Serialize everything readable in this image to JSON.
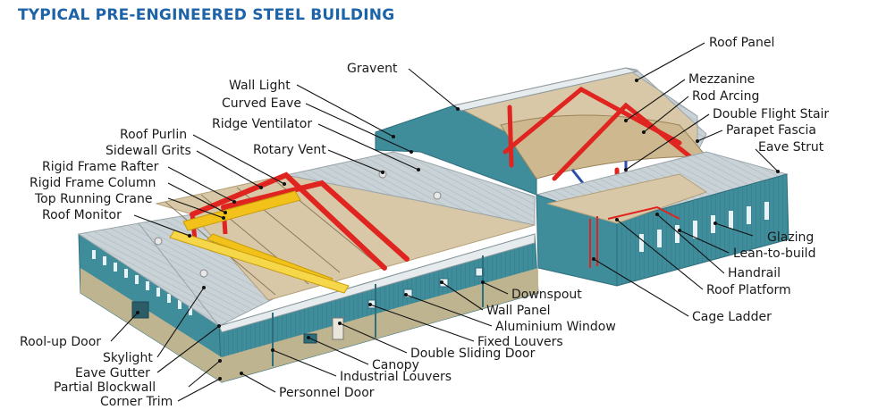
{
  "title": "TYPICAL PRE-ENGINEERED STEEL BUILDING",
  "colors": {
    "title": "#1c63a8",
    "wall": "#3f8c9b",
    "wall_dark": "#2e6e7c",
    "roof": "#c9d2d6",
    "steel_frame": "#e0241f",
    "crane": "#f2c21b",
    "stair": "#2b4fa8",
    "floor": "#d9c8a8",
    "blockwall": "#cdb88f"
  },
  "labels": {
    "roof_panel": "Roof Panel",
    "gravent": "Gravent",
    "mezzanine": "Mezzanine",
    "wall_light": "Wall Light",
    "rod_arcing": "Rod Arcing",
    "curved_eave": "Curved Eave",
    "double_flight_stair": "Double Flight Stair",
    "ridge_ventilator": "Ridge Ventilator",
    "parapet_fascia": "Parapet Fascia",
    "roof_purlin": "Roof Purlin",
    "eave_strut": "Eave Strut",
    "sidewall_grits": "Sidewall Grits",
    "rotary_vent": "Rotary Vent",
    "rigid_frame_rafter": "Rigid Frame Rafter",
    "rigid_frame_column": "Rigid Frame Column",
    "top_running_crane": "Top Running Crane",
    "roof_monitor": "Roof Monitor",
    "glazing": "Glazing",
    "lean_to_build": "Lean-to-build",
    "handrail": "Handrail",
    "roof_platform": "Roof Platform",
    "downspout": "Downspout",
    "wall_panel": "Wall Panel",
    "cage_ladder": "Cage Ladder",
    "aluminium_window": "Aluminium Window",
    "rool_up_door": "Rool-up Door",
    "fixed_louvers": "Fixed Louvers",
    "double_sliding_door": "Double Sliding Door",
    "skylight": "Skylight",
    "canopy": "Canopy",
    "eave_gutter": "Eave Gutter",
    "industrial_louvers": "Industrial Louvers",
    "partial_blockwall": "Partial Blockwall",
    "personnel_door": "Personnel Door",
    "corner_trim": "Corner Trim"
  }
}
